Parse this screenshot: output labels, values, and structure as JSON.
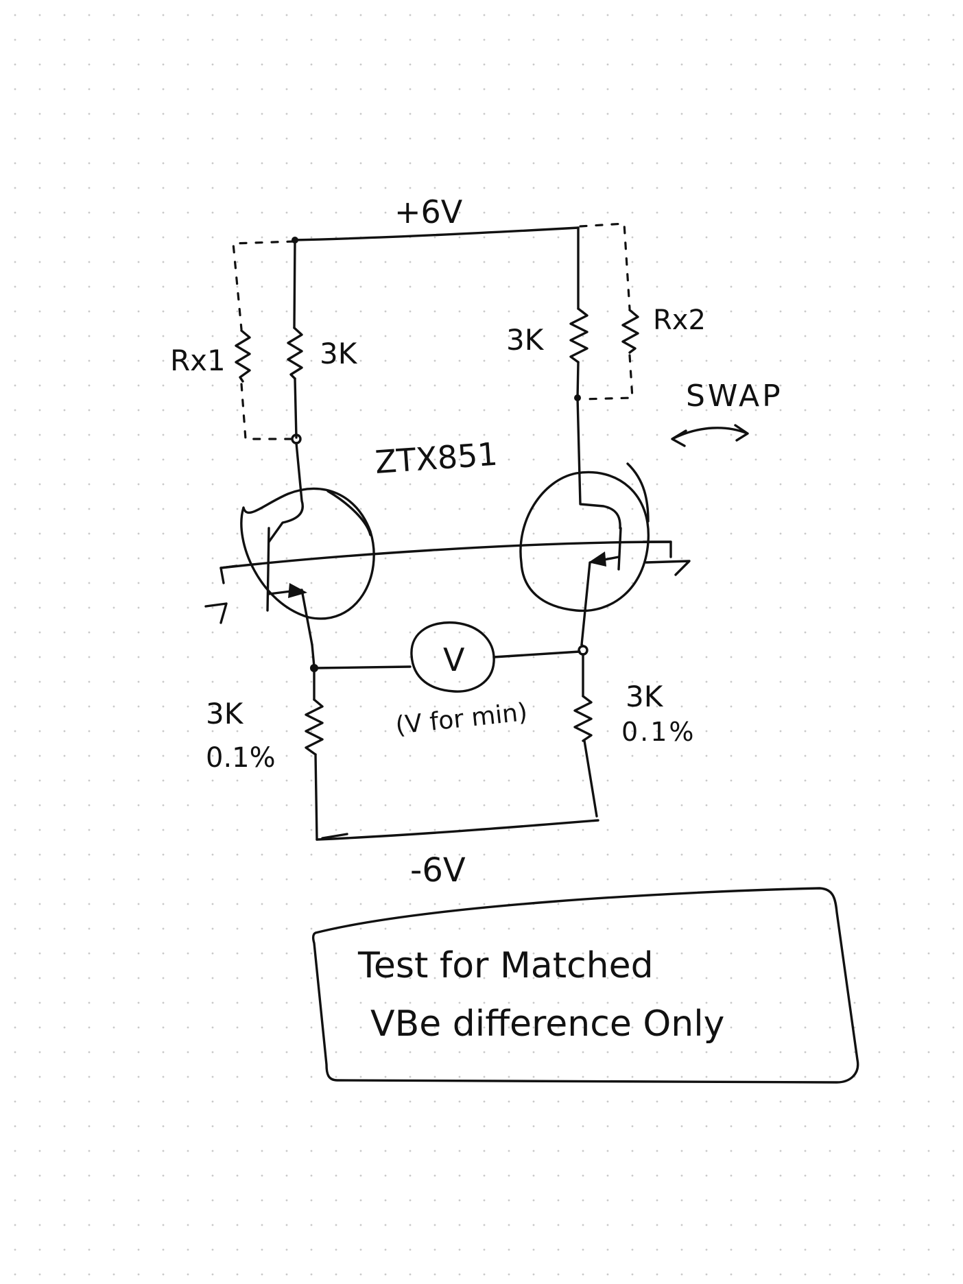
{
  "diagram": {
    "supply_positive": "+6V",
    "supply_negative": "-6V",
    "rx1_label": "Rx1",
    "rx2_label": "Rx2",
    "left_top_resistor": "3K",
    "right_top_resistor": "3K",
    "transistor_part": "ZTX851",
    "swap_label": "SWAP",
    "meter_symbol": "V",
    "meter_note": "(V for min)",
    "left_bottom_resistor": "3K",
    "left_bottom_tolerance": "0.1%",
    "right_bottom_resistor": "3K",
    "right_bottom_tolerance": "0.1%"
  },
  "note_box": {
    "line1": "Test for Matched",
    "line2": "VBe difference Only"
  }
}
